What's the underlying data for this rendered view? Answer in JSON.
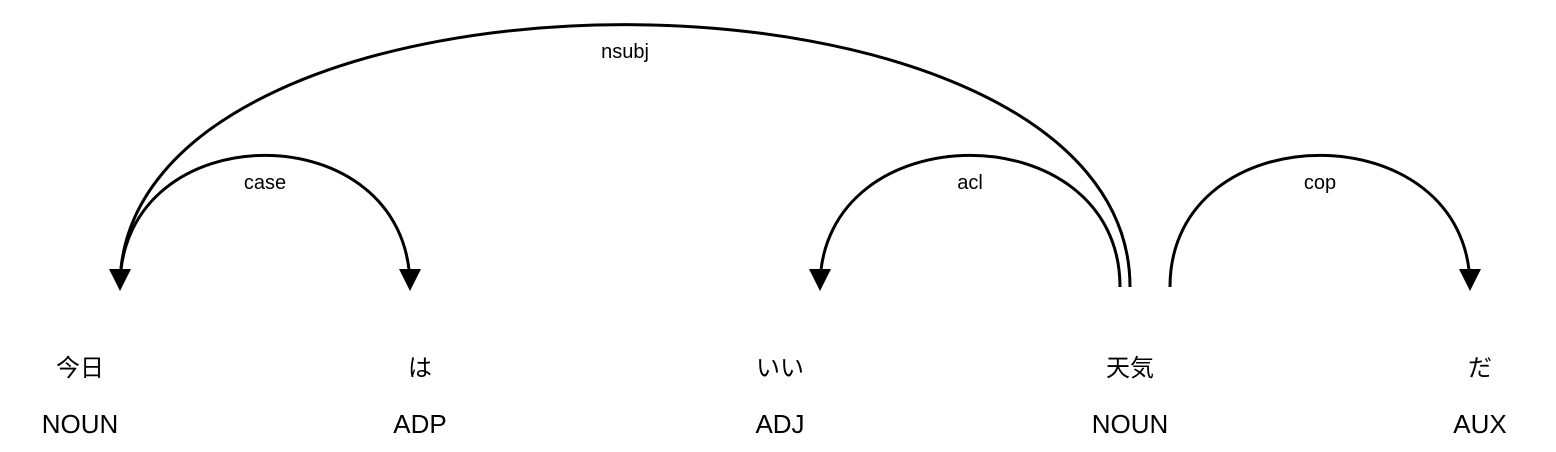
{
  "tokens": [
    {
      "text": "今日",
      "tag": "NOUN"
    },
    {
      "text": "は",
      "tag": "ADP"
    },
    {
      "text": "いい",
      "tag": "ADJ"
    },
    {
      "text": "天気",
      "tag": "NOUN"
    },
    {
      "text": "だ",
      "tag": "AUX"
    }
  ],
  "arcs": [
    {
      "label": "nsubj",
      "head": 3,
      "dependent": 0
    },
    {
      "label": "case",
      "head": 0,
      "dependent": 1
    },
    {
      "label": "acl",
      "head": 3,
      "dependent": 2
    },
    {
      "label": "cop",
      "head": 3,
      "dependent": 4
    }
  ]
}
